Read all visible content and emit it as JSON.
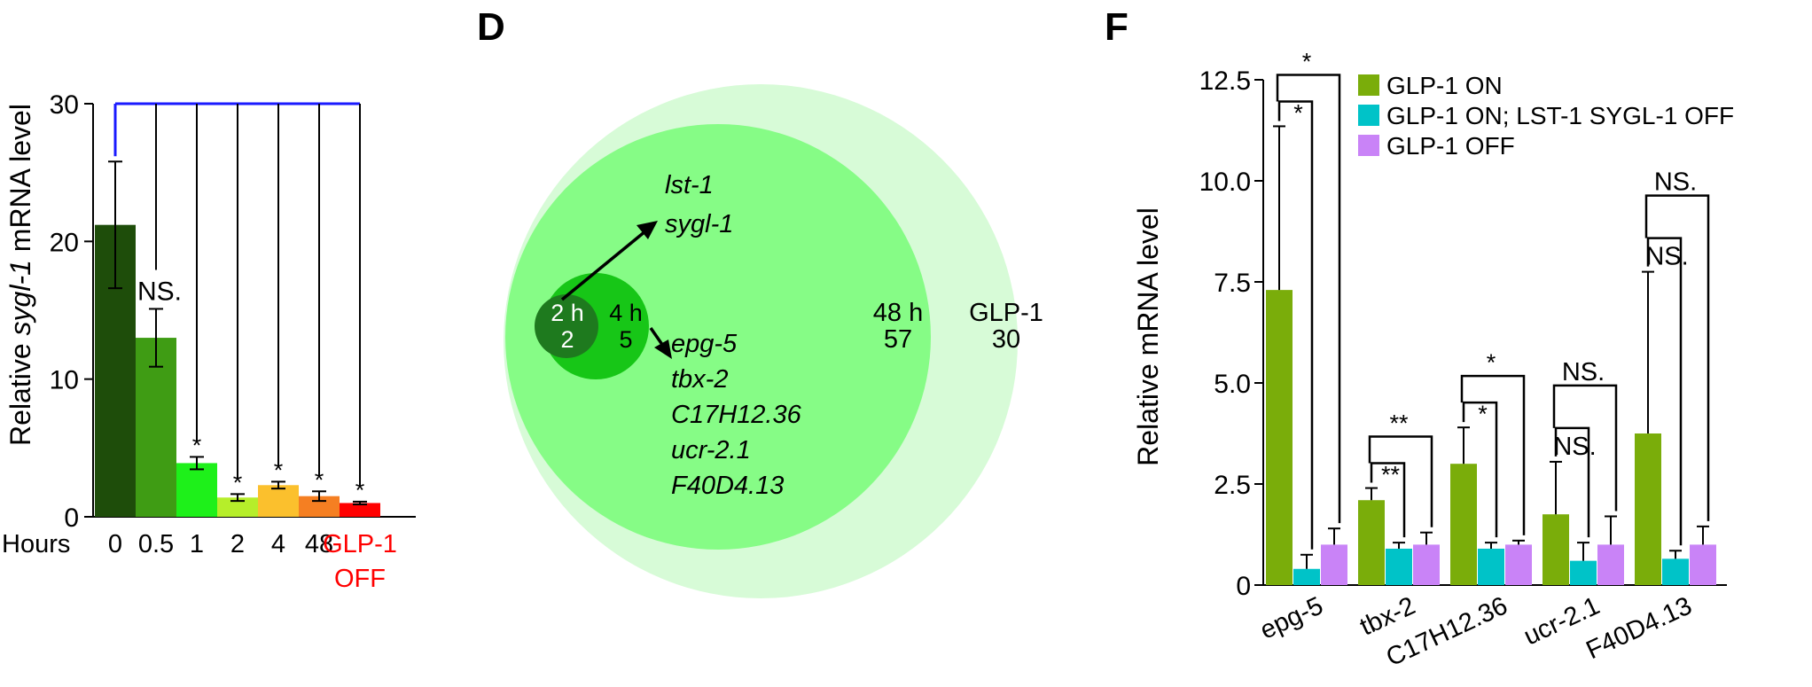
{
  "panel_labels": {
    "d": "D",
    "f": "F"
  },
  "chart_data": [
    {
      "type": "bar",
      "ylabel_pre": "Relative ",
      "ylabel_gene": "sygl-1",
      "ylabel_post": " mRNA level",
      "xlabel": "Hours",
      "categories": [
        "0",
        "0.5",
        "1",
        "2",
        "4",
        "48",
        "GLP-1 OFF"
      ],
      "category_lines": [
        [
          "0"
        ],
        [
          "0.5"
        ],
        [
          "1"
        ],
        [
          "2"
        ],
        [
          "4"
        ],
        [
          "48"
        ],
        [
          "GLP-1",
          "OFF"
        ]
      ],
      "values": [
        21.2,
        13.0,
        3.9,
        1.4,
        2.3,
        1.5,
        1.0
      ],
      "errors": [
        4.6,
        2.1,
        0.45,
        0.25,
        0.25,
        0.35,
        0.1
      ],
      "colors": [
        "#1e4d0a",
        "#3f9c14",
        "#1ef01a",
        "#b6ee2a",
        "#fbc02d",
        "#f57f22",
        "#ff0000"
      ],
      "label_colors": [
        "#000000",
        "#000000",
        "#000000",
        "#000000",
        "#000000",
        "#000000",
        "#ff0000"
      ],
      "significance": [
        "",
        "NS.",
        "*",
        "*",
        "*",
        "*",
        "*"
      ],
      "bracket_color": "#1a1aff",
      "ylim": [
        0,
        30
      ],
      "yticks": [
        0,
        10,
        20,
        30
      ]
    },
    {
      "type": "venn",
      "sets": [
        {
          "label": "2 h",
          "count": "2",
          "color": "#1e7a1e"
        },
        {
          "label": "4 h",
          "count": "5",
          "color": "#17c617"
        },
        {
          "label": "48 h",
          "count": "57",
          "color": "#86fc86"
        },
        {
          "label": "GLP-1",
          "count": "30",
          "color": "#d7fbd7"
        }
      ],
      "upper_genes": [
        "lst-1",
        "sygl-1"
      ],
      "lower_genes": [
        "epg-5",
        "tbx-2",
        "C17H12.36",
        "ucr-2.1",
        "F40D4.13"
      ]
    },
    {
      "type": "bar",
      "ylabel": "Relative mRNA level",
      "categories": [
        "epg-5",
        "tbx-2",
        "C17H12.36",
        "ucr-2.1",
        "F40D4.13"
      ],
      "series": [
        {
          "name": "GLP-1 ON",
          "color": "#7aad0a",
          "values": [
            7.3,
            2.1,
            3.0,
            1.75,
            3.75
          ],
          "errors": [
            4.05,
            0.3,
            0.9,
            1.3,
            4.0
          ]
        },
        {
          "name": "GLP-1 ON; LST-1 SYGL-1 OFF",
          "color": "#00c3c8",
          "values": [
            0.4,
            0.9,
            0.9,
            0.6,
            0.65
          ],
          "errors": [
            0.35,
            0.15,
            0.15,
            0.45,
            0.2
          ]
        },
        {
          "name": "GLP-1 OFF",
          "color": "#c983f7",
          "values": [
            1.0,
            1.0,
            1.0,
            1.0,
            1.0
          ],
          "errors": [
            0.4,
            0.3,
            0.1,
            0.7,
            0.45
          ]
        }
      ],
      "comparisons": [
        {
          "inner": "*",
          "outer": "*"
        },
        {
          "inner": "**",
          "outer": "**"
        },
        {
          "inner": "*",
          "outer": "*"
        },
        {
          "inner": "NS.",
          "outer": "NS."
        },
        {
          "inner": "NS.",
          "outer": "NS."
        }
      ],
      "ylim": [
        0,
        12.5
      ],
      "yticks": [
        0,
        2.5,
        5.0,
        7.5,
        10.0,
        12.5
      ],
      "ytick_labels": [
        "0",
        "2.5",
        "5.0",
        "7.5",
        "10.0",
        "12.5"
      ],
      "legend": "top-right"
    }
  ]
}
